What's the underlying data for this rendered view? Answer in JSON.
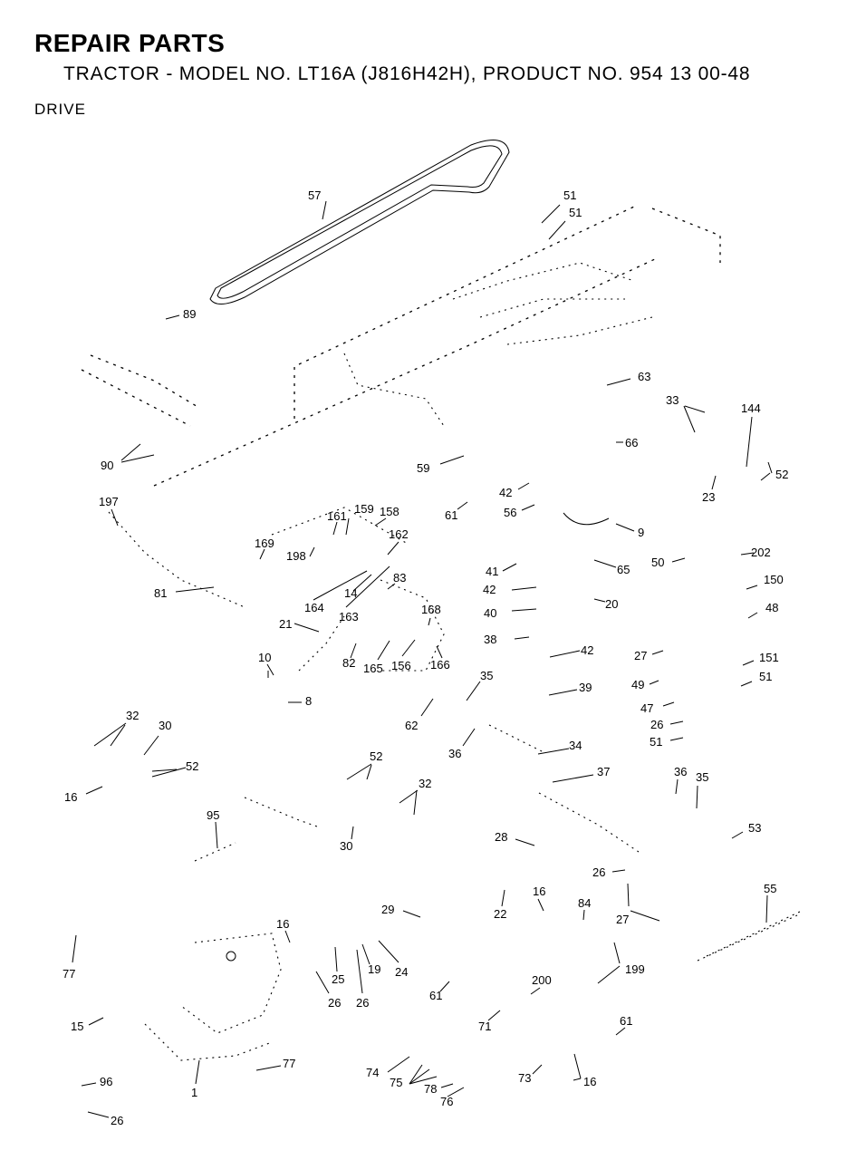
{
  "header": {
    "title": "REPAIR PARTS",
    "subtitle": "TRACTOR - MODEL NO. LT16A (J816H42H),  PRODUCT NO. 954 13 00-48",
    "section": "DRIVE"
  },
  "callouts": [
    "57",
    "51",
    "51",
    "89",
    "63",
    "33",
    "144",
    "90",
    "66",
    "59",
    "52",
    "23",
    "42",
    "197",
    "61",
    "56",
    "9",
    "159",
    "158",
    "161",
    "162",
    "169",
    "198",
    "202",
    "41",
    "65",
    "50",
    "83",
    "150",
    "81",
    "164",
    "14",
    "42",
    "20",
    "163",
    "168",
    "48",
    "40",
    "21",
    "38",
    "42",
    "27",
    "151",
    "10",
    "82",
    "165",
    "156",
    "166",
    "35",
    "39",
    "49",
    "51",
    "8",
    "47",
    "62",
    "32",
    "30",
    "26",
    "36",
    "34",
    "51",
    "52",
    "52",
    "37",
    "36",
    "35",
    "16",
    "32",
    "95",
    "53",
    "30",
    "28",
    "26",
    "16",
    "84",
    "55",
    "29",
    "22",
    "27",
    "16",
    "77",
    "25",
    "19",
    "24",
    "199",
    "26",
    "26",
    "200",
    "61",
    "15",
    "71",
    "61",
    "77",
    "74",
    "75",
    "96",
    "78",
    "73",
    "16",
    "1",
    "76",
    "26"
  ]
}
